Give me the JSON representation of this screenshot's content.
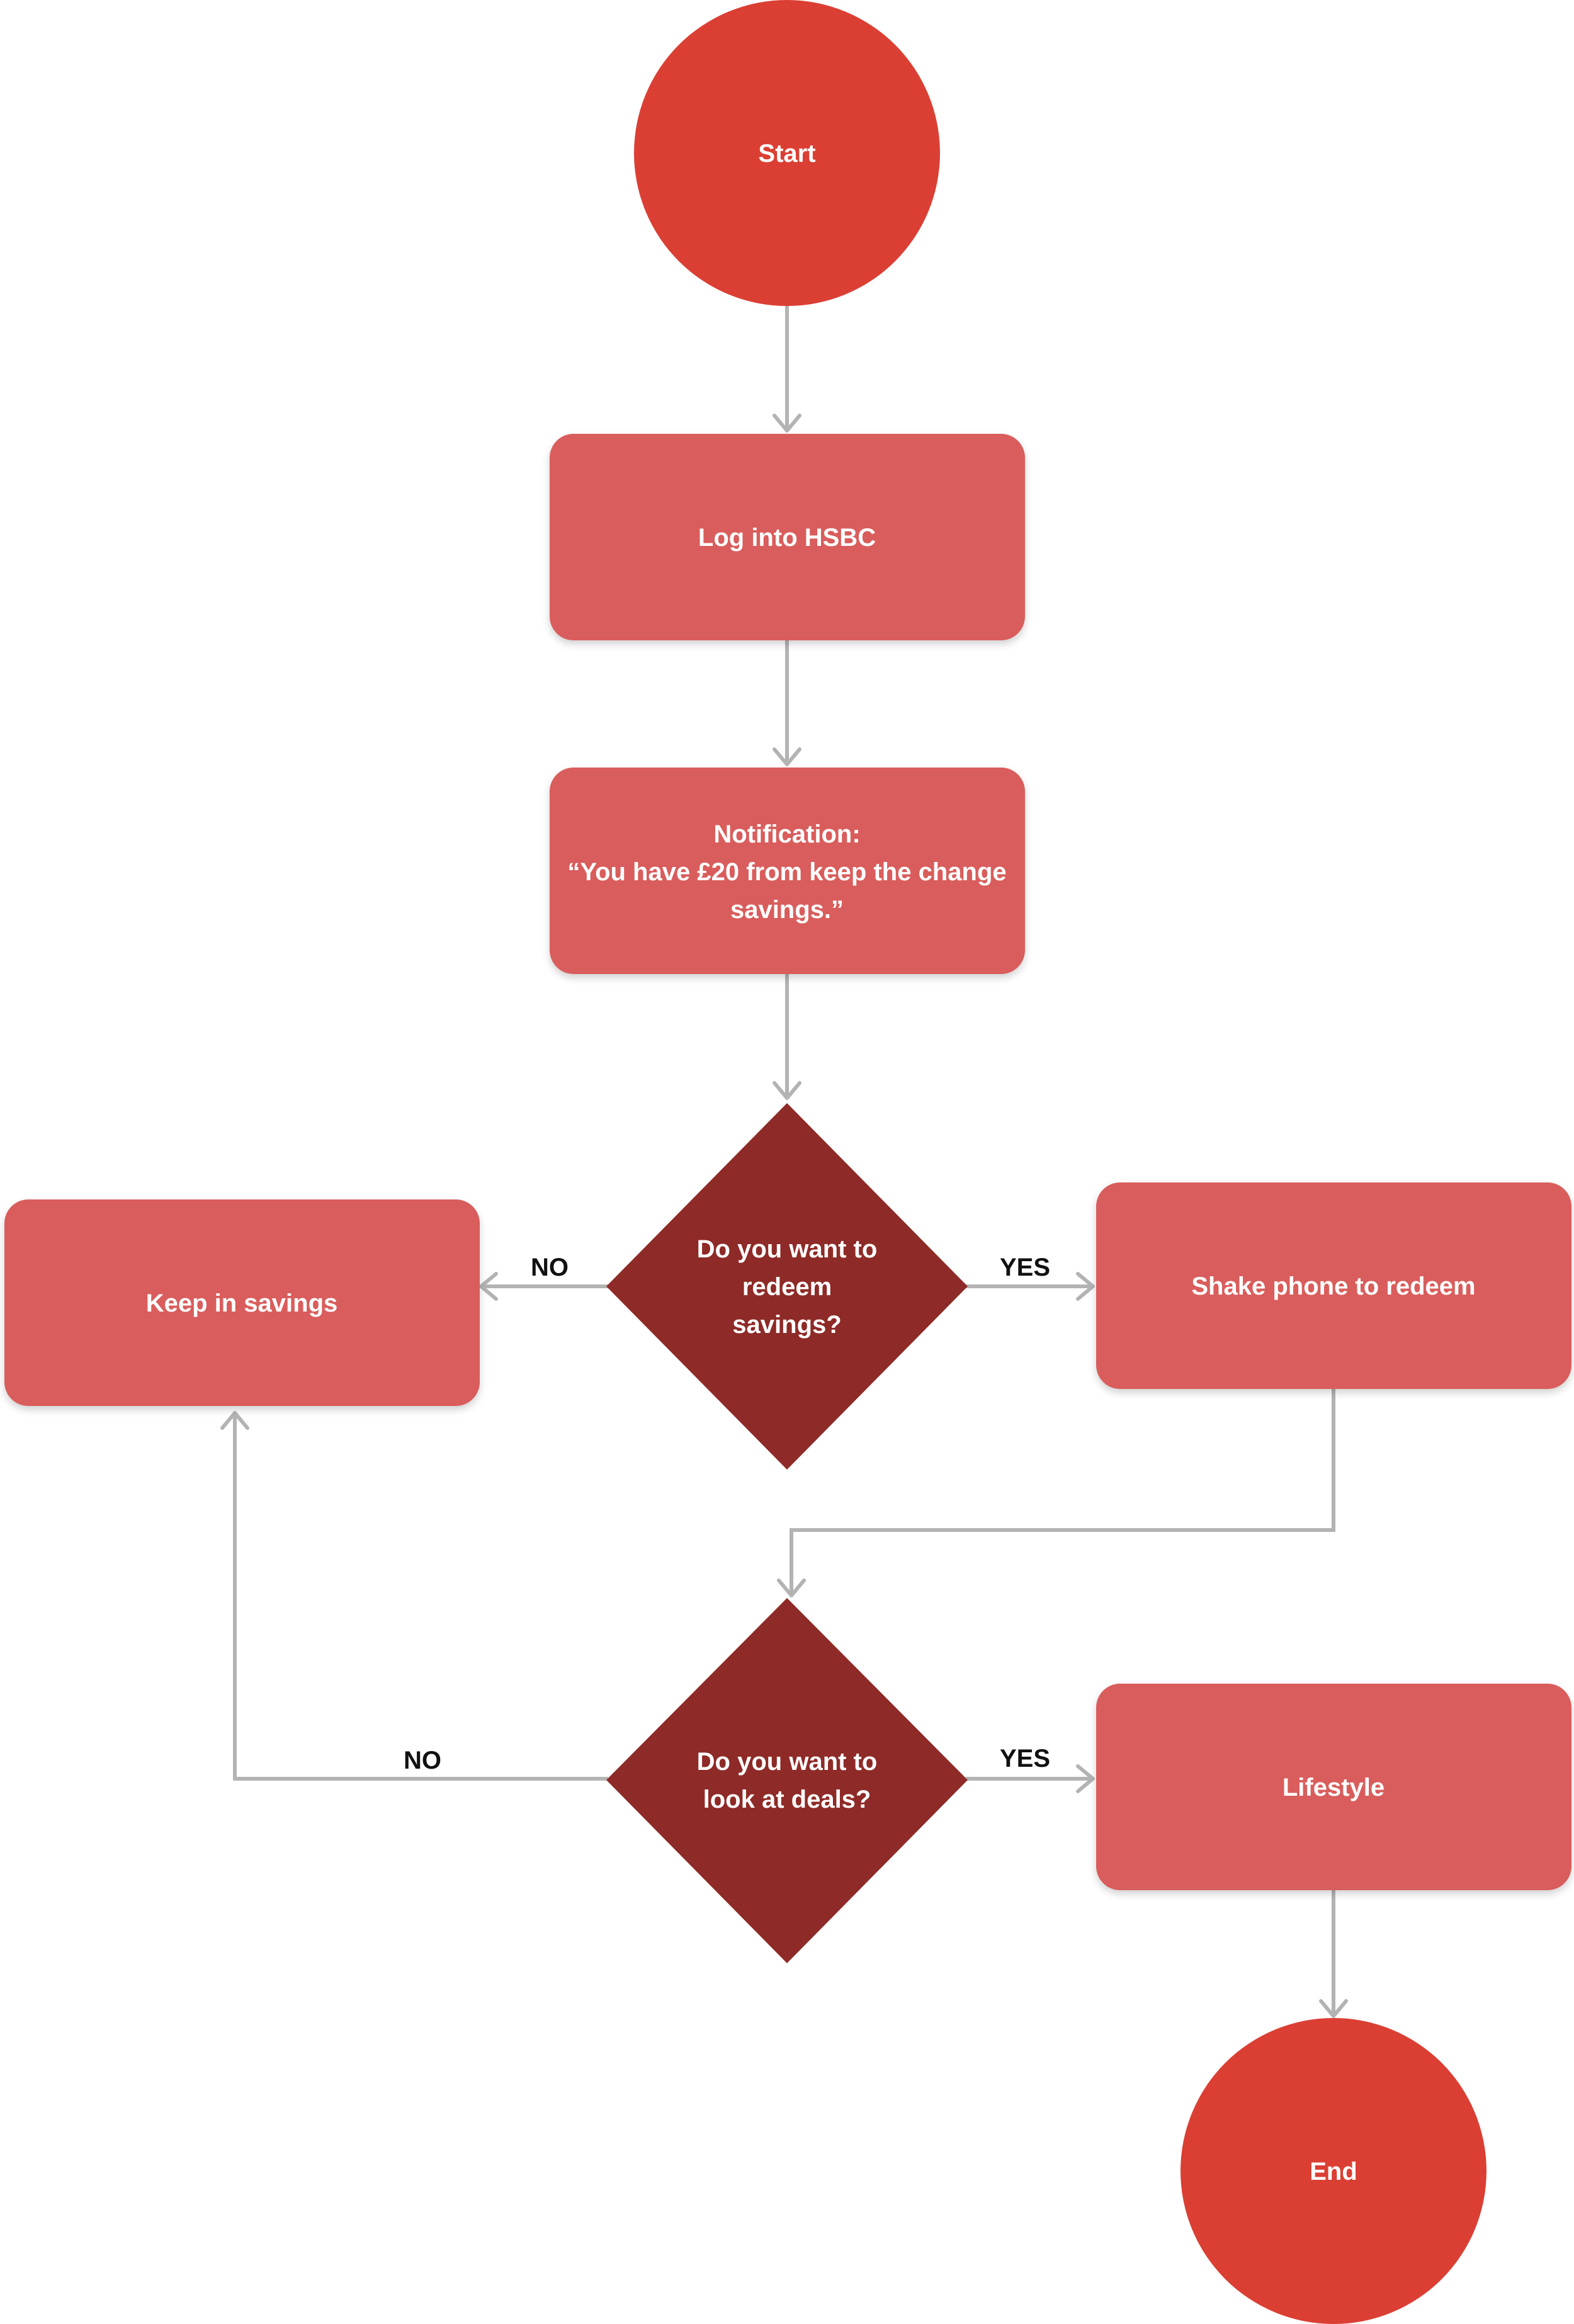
{
  "colors": {
    "terminal": "#db3f33",
    "process": "#d95d5b",
    "decision": "#8e2a27",
    "connector": "#b3b3b3",
    "node_text": "#ffffff",
    "edge_text": "#111111"
  },
  "nodes": {
    "start": {
      "lines": [
        "Start"
      ]
    },
    "login": {
      "lines": [
        "Log into HSBC"
      ]
    },
    "notification": {
      "lines": [
        "Notification:",
        "“You have £20 from keep the change",
        "savings.”"
      ]
    },
    "redeem_question": {
      "lines": [
        "Do you want to",
        "redeem",
        "savings?"
      ]
    },
    "keep_savings": {
      "lines": [
        "Keep in savings"
      ]
    },
    "shake_phone": {
      "lines": [
        "Shake phone to redeem"
      ]
    },
    "deals_question": {
      "lines": [
        "Do you want to",
        "look at deals?"
      ]
    },
    "lifestyle": {
      "lines": [
        "Lifestyle"
      ]
    },
    "end": {
      "lines": [
        "End"
      ]
    }
  },
  "edges": {
    "redeem_no": "NO",
    "redeem_yes": "YES",
    "deals_no": "NO",
    "deals_yes": "YES"
  }
}
